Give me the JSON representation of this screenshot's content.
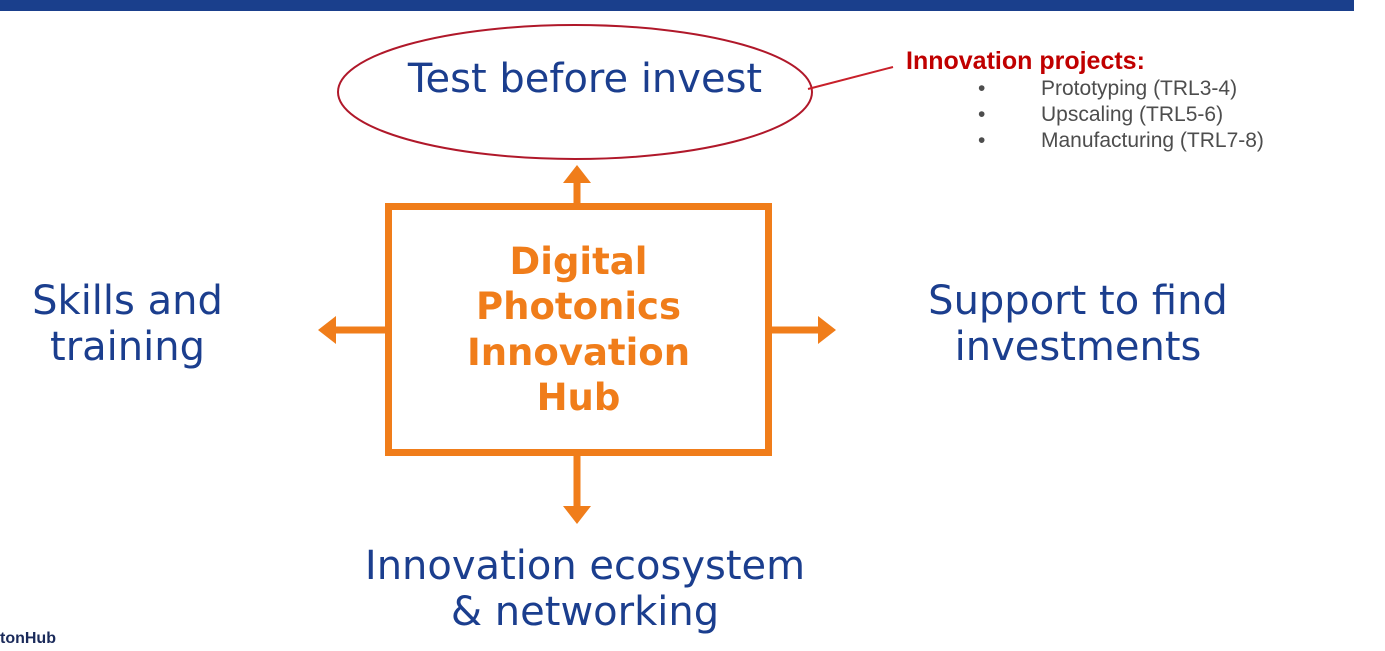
{
  "diagram": {
    "hub": {
      "title_lines": [
        "Digital",
        "Photonics",
        "Innovation",
        "Hub"
      ]
    },
    "branches": {
      "top": "Test before invest",
      "left_lines": [
        "Skills and",
        "training"
      ],
      "right_lines": [
        "Support to find",
        "investments"
      ],
      "bottom_lines": [
        "Innovation ecosystem",
        "& networking"
      ]
    },
    "callout": {
      "title": "Innovation projects:",
      "items": [
        "Prototyping (TRL3-4)",
        "Upscaling (TRL5-6)",
        "Manufacturing (TRL7-8)"
      ],
      "bullet": "•"
    },
    "logo_text": "tonHub"
  },
  "colors": {
    "header_bar": "#1a3f8c",
    "blue_text": "#1b3e8e",
    "hub_orange": "#f07d1a",
    "callout_red": "#c00000",
    "ellipse_stroke": "#b0182a",
    "list_gray": "#4d4d4d"
  }
}
